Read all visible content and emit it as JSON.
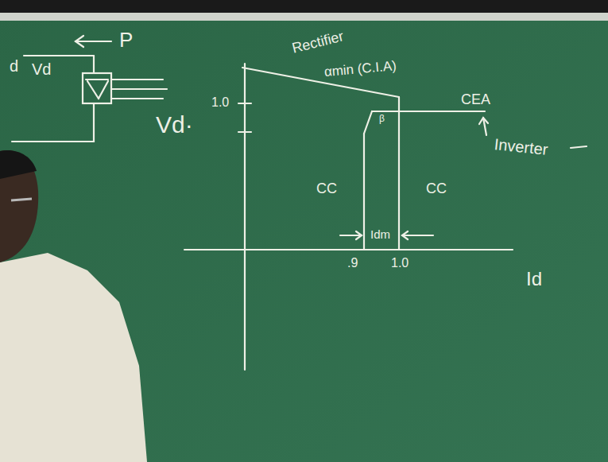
{
  "diagram": {
    "labels": [
      "P",
      "d",
      "Vd",
      "Vd·",
      "Rectifier",
      "αmin (C.I.A)",
      "1.0",
      "CEA",
      "β",
      "Inverter",
      "CC",
      "Idm",
      "CC",
      ".9",
      "1.0",
      "Id"
    ]
  }
}
